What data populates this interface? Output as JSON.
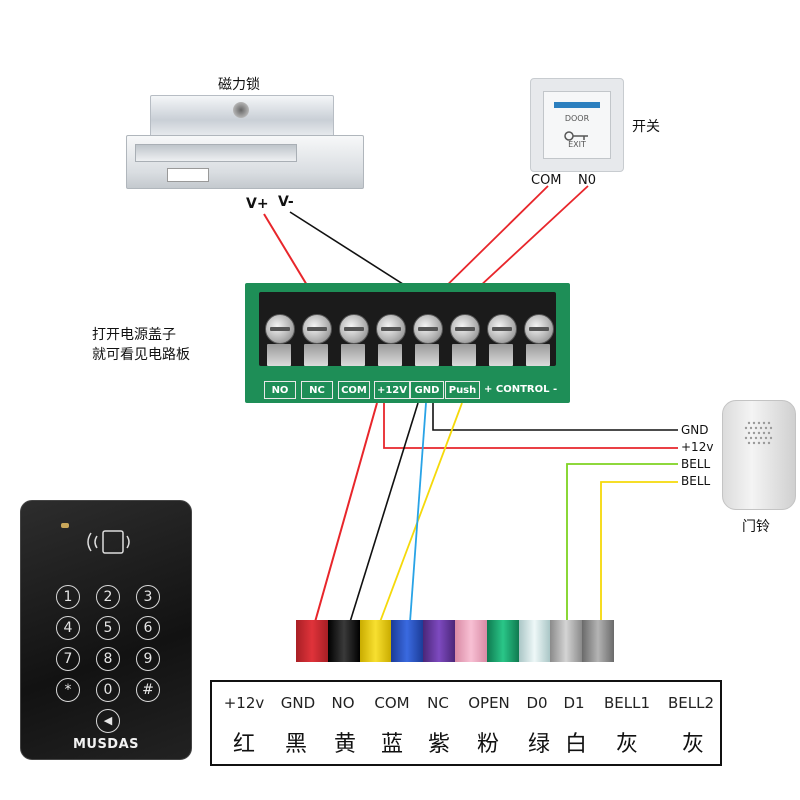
{
  "labels": {
    "lock": "磁力锁",
    "switch": "开关",
    "com": "COM",
    "no_switch": "N0",
    "vplus": "V+",
    "vminus": "V-",
    "open_cover_1": "打开电源盖子",
    "open_cover_2": "就可看见电路板",
    "bell_label": "门铃",
    "wire_gnd": "GND",
    "wire_12v": "+12v",
    "wire_bell1": "BELL",
    "wire_bell2": "BELL"
  },
  "exit_button": {
    "line1": "DOOR",
    "line2": "EXIT"
  },
  "terminals": [
    "NO",
    "NC",
    "COM",
    "+12V",
    "GND",
    "Push"
  ],
  "control_text": "+  CONTROL  -",
  "keypad": {
    "keys": [
      "1",
      "2",
      "3",
      "4",
      "5",
      "6",
      "7",
      "8",
      "9",
      "*",
      "0",
      "#"
    ],
    "brand": "MUSDAS"
  },
  "cable_colors": [
    "#e0333a",
    "#1a1a1a",
    "#f2d200",
    "#2a56c8",
    "#6a3aa0",
    "#f0a8c0",
    "#1aa870",
    "#d8ecec",
    "#b8b8b8",
    "#999999"
  ],
  "legend": {
    "headers": [
      "+12v",
      "GND",
      "NO",
      "COM",
      "NC",
      "OPEN",
      "D0",
      "D1",
      "BELL1",
      "BELL2"
    ],
    "colors_zh": [
      "红",
      "黑",
      "黄",
      "蓝",
      "紫",
      "粉",
      "绿",
      "白",
      "灰",
      "灰"
    ]
  },
  "wire_colors": {
    "red": "#e8262b",
    "black": "#111111",
    "yellow": "#f5d90a",
    "blue": "#29a3e6",
    "green": "#7ed321"
  }
}
